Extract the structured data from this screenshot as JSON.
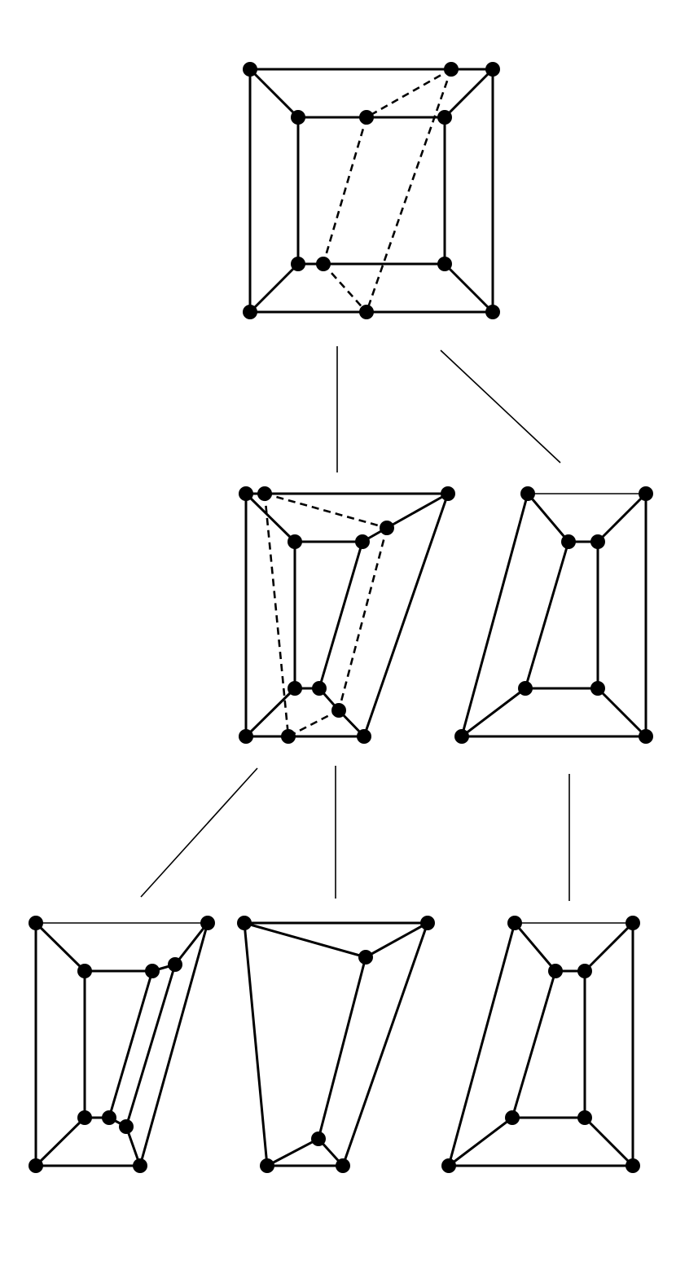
{
  "colors": {
    "ink": "#000000",
    "background": "#ffffff"
  },
  "tree": {
    "root": "graph-1",
    "links": [
      {
        "from": "graph-1",
        "to": "graph-2"
      },
      {
        "from": "graph-1",
        "to": "graph-3"
      },
      {
        "from": "graph-2",
        "to": "graph-4"
      },
      {
        "from": "graph-2",
        "to": "graph-5"
      },
      {
        "from": "graph-3",
        "to": "graph-6"
      }
    ]
  },
  "graphs": [
    {
      "id": "graph-1",
      "node_count": 12,
      "solid_edge_count": 16,
      "dashed_edge_count": 4
    },
    {
      "id": "graph-2",
      "node_count": 12,
      "solid_edge_count": 16,
      "dashed_edge_count": 4
    },
    {
      "id": "graph-3",
      "node_count": 8,
      "solid_edge_count": 12,
      "dashed_edge_count": 0
    },
    {
      "id": "graph-4",
      "node_count": 10,
      "solid_edge_count": 15,
      "dashed_edge_count": 0
    },
    {
      "id": "graph-5",
      "node_count": 6,
      "solid_edge_count": 9,
      "dashed_edge_count": 0
    },
    {
      "id": "graph-6",
      "node_count": 8,
      "solid_edge_count": 12,
      "dashed_edge_count": 0
    }
  ]
}
